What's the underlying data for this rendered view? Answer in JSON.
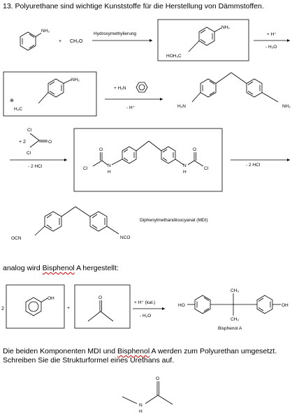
{
  "task": {
    "heading": "13. Polyurethane sind wichtige Kunststoffe für die Herstellung von Dämmstoffen."
  },
  "scheme1": {
    "aniline_nh2": "NH₂",
    "plus": "+",
    "formaldehyde": "CH₂O",
    "step1_label": "Hydroxymethylierung",
    "product1_nh2": "NH₂",
    "product1_ch2oh": "HOH₂C",
    "step2_top": "+ H⁺",
    "step2_bottom": "- H₂O",
    "cation_nh2": "NH₂",
    "cation_charge": "⊕",
    "cation_h2c": "H₂C",
    "step3_top": "+ H₂N",
    "step3_bottom": "- H⁺",
    "mda_left_nh2": "H₂N",
    "mda_right_nh2": "NH₂"
  },
  "scheme2": {
    "phosgene_cl_top": "Cl",
    "phosgene_coeff": "+ 2",
    "phosgene_o": "O",
    "phosgene_cl_bottom": "Cl",
    "step_bottom": "- 2 HCl",
    "carbamoyl_o_left": "O",
    "carbamoyl_cl_left": "Cl",
    "carbamoyl_nh_left_n": "N",
    "carbamoyl_nh_left_h": "H",
    "carbamoyl_o_right": "O",
    "carbamoyl_cl_right": "Cl",
    "carbamoyl_nh_right_n": "N",
    "carbamoyl_nh_right_h": "H",
    "step_right_bottom": "- 2 HCl"
  },
  "mdi": {
    "ocn": "OCN",
    "nco": "NCO",
    "name": "Diphenylmethandiisocyanat (MDI)"
  },
  "intro_bisphenol": {
    "prefix": "analog wird ",
    "word": "Bisphenol",
    "suffix": " A hergestellt:"
  },
  "scheme3": {
    "coeff": "2",
    "phenol_oh": "OH",
    "plus": "+",
    "acetone_o": "O",
    "step_top": "+ H⁺ (kat.)",
    "step_bottom": "- H₂O",
    "bpa_ho": "HO",
    "bpa_oh": "OH",
    "bpa_ch3_top": "CH₃",
    "bpa_ch3_bottom": "CH₃",
    "bpa_name": "Bisphenol A"
  },
  "conclusion": {
    "line1_prefix": "Die beiden Komponenten MDI und ",
    "line1_word": "Bisphenol",
    "line1_suffix": " A werden zum Polyurethan umgesetzt.",
    "line2": "Schreiben Sie die Strukturformel eines Urethans auf."
  },
  "urethane": {
    "o": "O",
    "n": "N",
    "h": "H"
  }
}
